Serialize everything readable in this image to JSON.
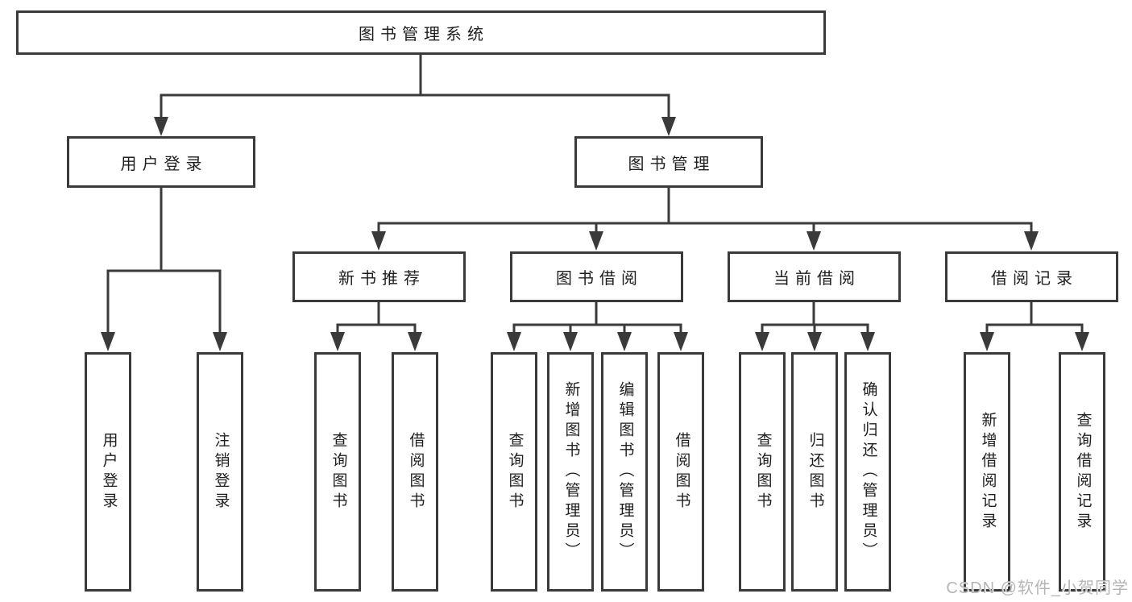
{
  "tree": {
    "root": {
      "label": "图书管理系统",
      "children": [
        {
          "label": "用户登录",
          "children": [
            {
              "label": "用户登录"
            },
            {
              "label": "注销登录"
            }
          ]
        },
        {
          "label": "图书管理",
          "children": [
            {
              "label": "新书推荐",
              "children": [
                {
                  "label": "查询图书"
                },
                {
                  "label": "借阅图书"
                }
              ]
            },
            {
              "label": "图书借阅",
              "children": [
                {
                  "label": "查询图书"
                },
                {
                  "label": "新增图书（管理员）"
                },
                {
                  "label": "编辑图书（管理员）"
                },
                {
                  "label": "借阅图书"
                }
              ]
            },
            {
              "label": "当前借阅",
              "children": [
                {
                  "label": "查询图书"
                },
                {
                  "label": "归还图书"
                },
                {
                  "label": "确认归还（管理员）"
                }
              ]
            },
            {
              "label": "借阅记录",
              "children": [
                {
                  "label": "新增借阅记录"
                },
                {
                  "label": "查询借阅记录"
                }
              ]
            }
          ]
        }
      ]
    }
  },
  "watermark": "CSDN @软件_小贺同学",
  "colors": {
    "line": "#3a3a3a",
    "text": "#1e1e1e",
    "watermark": "#b5b5b5",
    "background": "#ffffff"
  }
}
